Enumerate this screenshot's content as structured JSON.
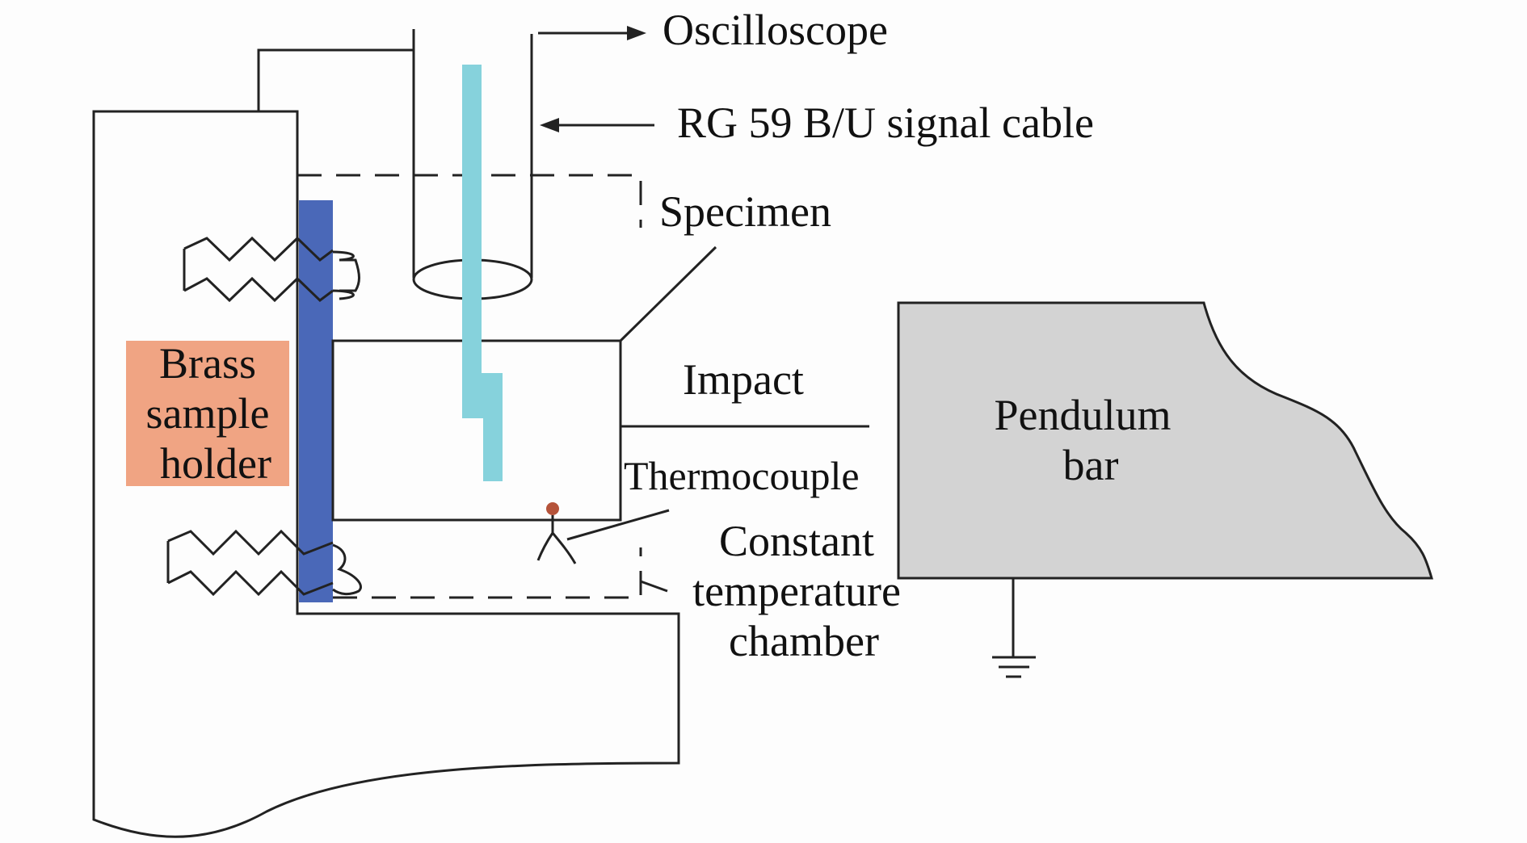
{
  "labels": {
    "oscilloscope": "Oscilloscope",
    "signal_cable": "RG 59 B/U signal cable",
    "specimen": "Specimen",
    "impact": "Impact",
    "thermocouple": "Thermocouple",
    "chamber_line1": "Constant",
    "chamber_line2": "temperature",
    "chamber_line3": "chamber",
    "holder_line1": "Brass",
    "holder_line2": "sample",
    "holder_line3": "holder",
    "pendulum_line1": "Pendulum",
    "pendulum_line2": "bar"
  },
  "colors": {
    "line": "#222222",
    "pendulum_fill": "#d3d3d3",
    "holder_label_bg": "#f0a483",
    "blue_electrode": "#4a68b8",
    "cyan_probe": "#86d2dc",
    "thermocouple_dot": "#b5533a"
  }
}
